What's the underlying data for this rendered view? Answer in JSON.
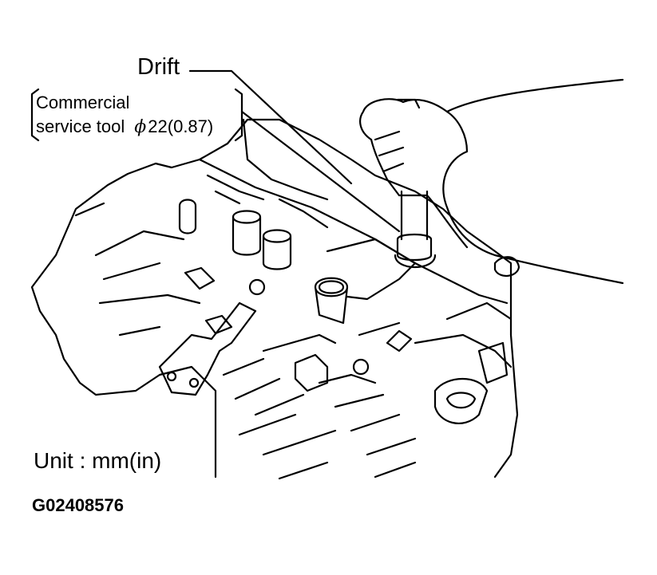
{
  "figure": {
    "drift_label": "Drift",
    "tool_label": {
      "line1": "Commercial",
      "line2_text": "service tool",
      "line2_symbol": "ϕ",
      "line2_value": "22(0.87)"
    },
    "unit_label": "Unit : mm(in)",
    "figure_id": "G02408576"
  }
}
